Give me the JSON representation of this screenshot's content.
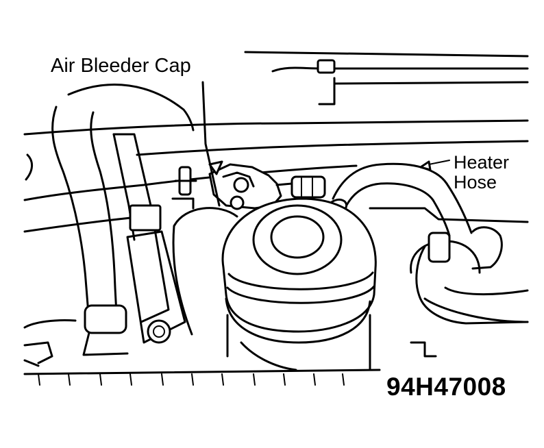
{
  "labels": {
    "air_bleeder_cap": "Air Bleeder Cap",
    "heater_line1": "Heater",
    "heater_line2": "Hose",
    "figure_id": "94H47008"
  },
  "colors": {
    "ink": "#000000",
    "paper": "#ffffff"
  }
}
